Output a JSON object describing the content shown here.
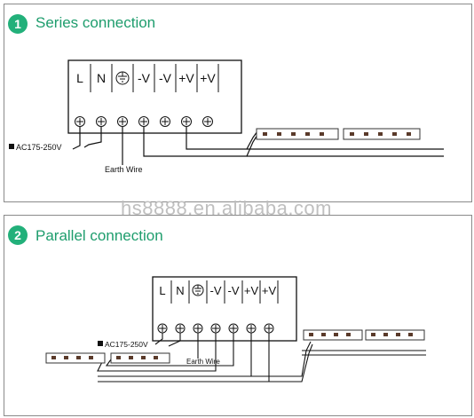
{
  "watermark": "hs8888.en.alibaba.com",
  "series": {
    "number": "1",
    "title": "Series connection",
    "terminals": [
      "L",
      "N",
      "-V",
      "-V",
      "+V",
      "+V"
    ],
    "input_label": "AC175-250V",
    "earth_label": "Earth Wire"
  },
  "parallel": {
    "number": "2",
    "title": "Parallel connection",
    "terminals": [
      "L",
      "N",
      "-V",
      "-V",
      "+V",
      "+V"
    ],
    "input_label": "AC175-250V",
    "earth_label": "Earth Wire"
  },
  "colors": {
    "accent": "#22b07a",
    "heading": "#1e9d6d",
    "wire": "#111111",
    "led_chip": "#5a3a2a"
  },
  "icons": [
    "ground-symbol-icon",
    "screw-terminal-icon",
    "led-strip-icon"
  ]
}
